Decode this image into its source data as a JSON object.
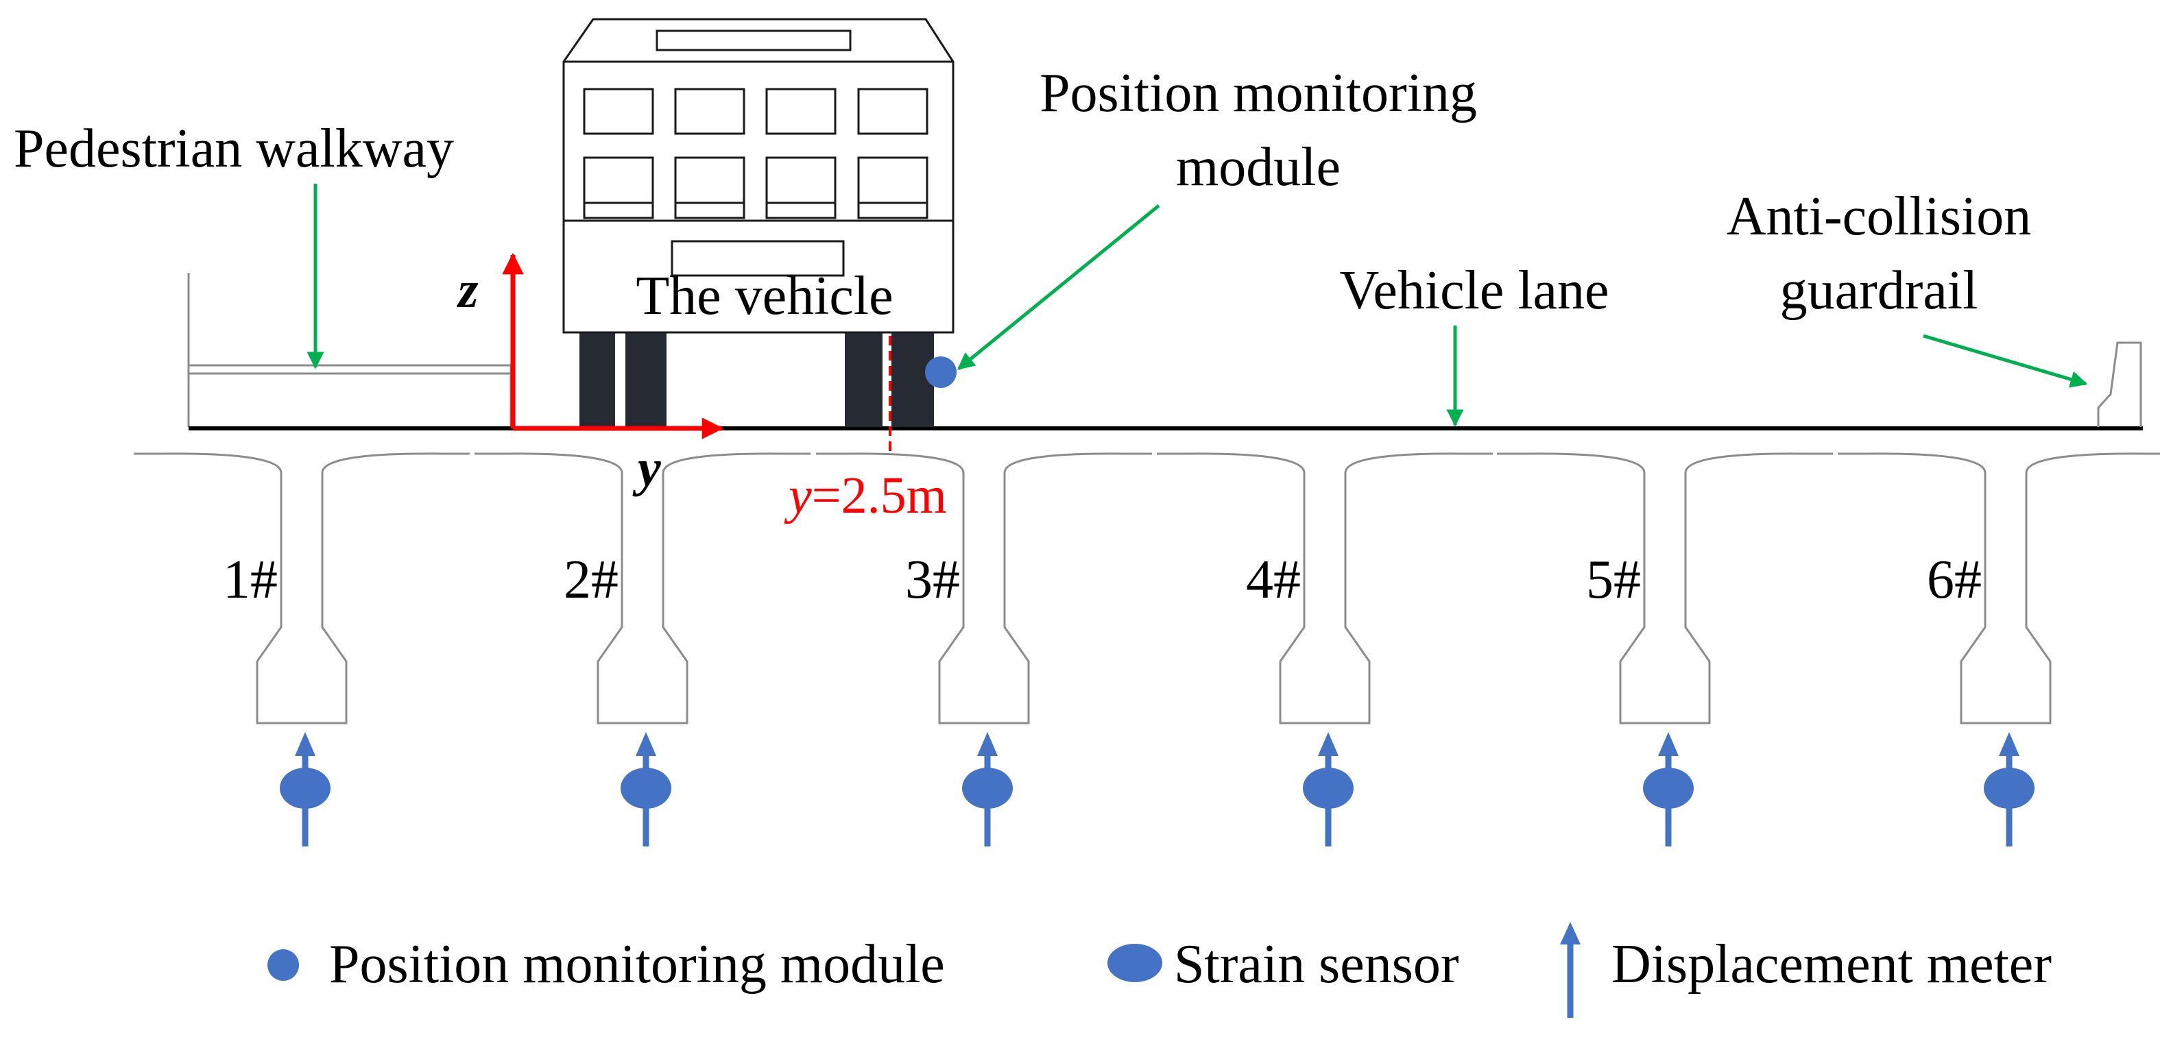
{
  "labels": {
    "pedestrian_walkway": "Pedestrian walkway",
    "position_monitoring_module_line1": "Position monitoring",
    "position_monitoring_module_line2": "module",
    "anti_collision_line1": "Anti-collision",
    "anti_collision_line2": "guardrail",
    "vehicle_lane": "Vehicle lane",
    "the_vehicle": "The vehicle",
    "axis_z": "z",
    "axis_y": "y",
    "y_marker_var": "y",
    "y_marker_value": "=2.5m"
  },
  "girders": [
    {
      "label": "1#"
    },
    {
      "label": "2#"
    },
    {
      "label": "3#"
    },
    {
      "label": "4#"
    },
    {
      "label": "5#"
    },
    {
      "label": "6#"
    }
  ],
  "legend": {
    "position_module": "Position monitoring module",
    "strain_sensor": "Strain sensor",
    "displacement_meter": "Displacement meter"
  },
  "colors": {
    "green_arrow": "#00b050",
    "blue_sensor": "#4472c4",
    "red_axis": "#ff0000",
    "outline": "#8c8c8c",
    "tire": "#252a33"
  },
  "icons": {
    "position_module": "filled-circle",
    "strain_sensor": "filled-ellipse",
    "displacement_meter": "up-arrow"
  }
}
